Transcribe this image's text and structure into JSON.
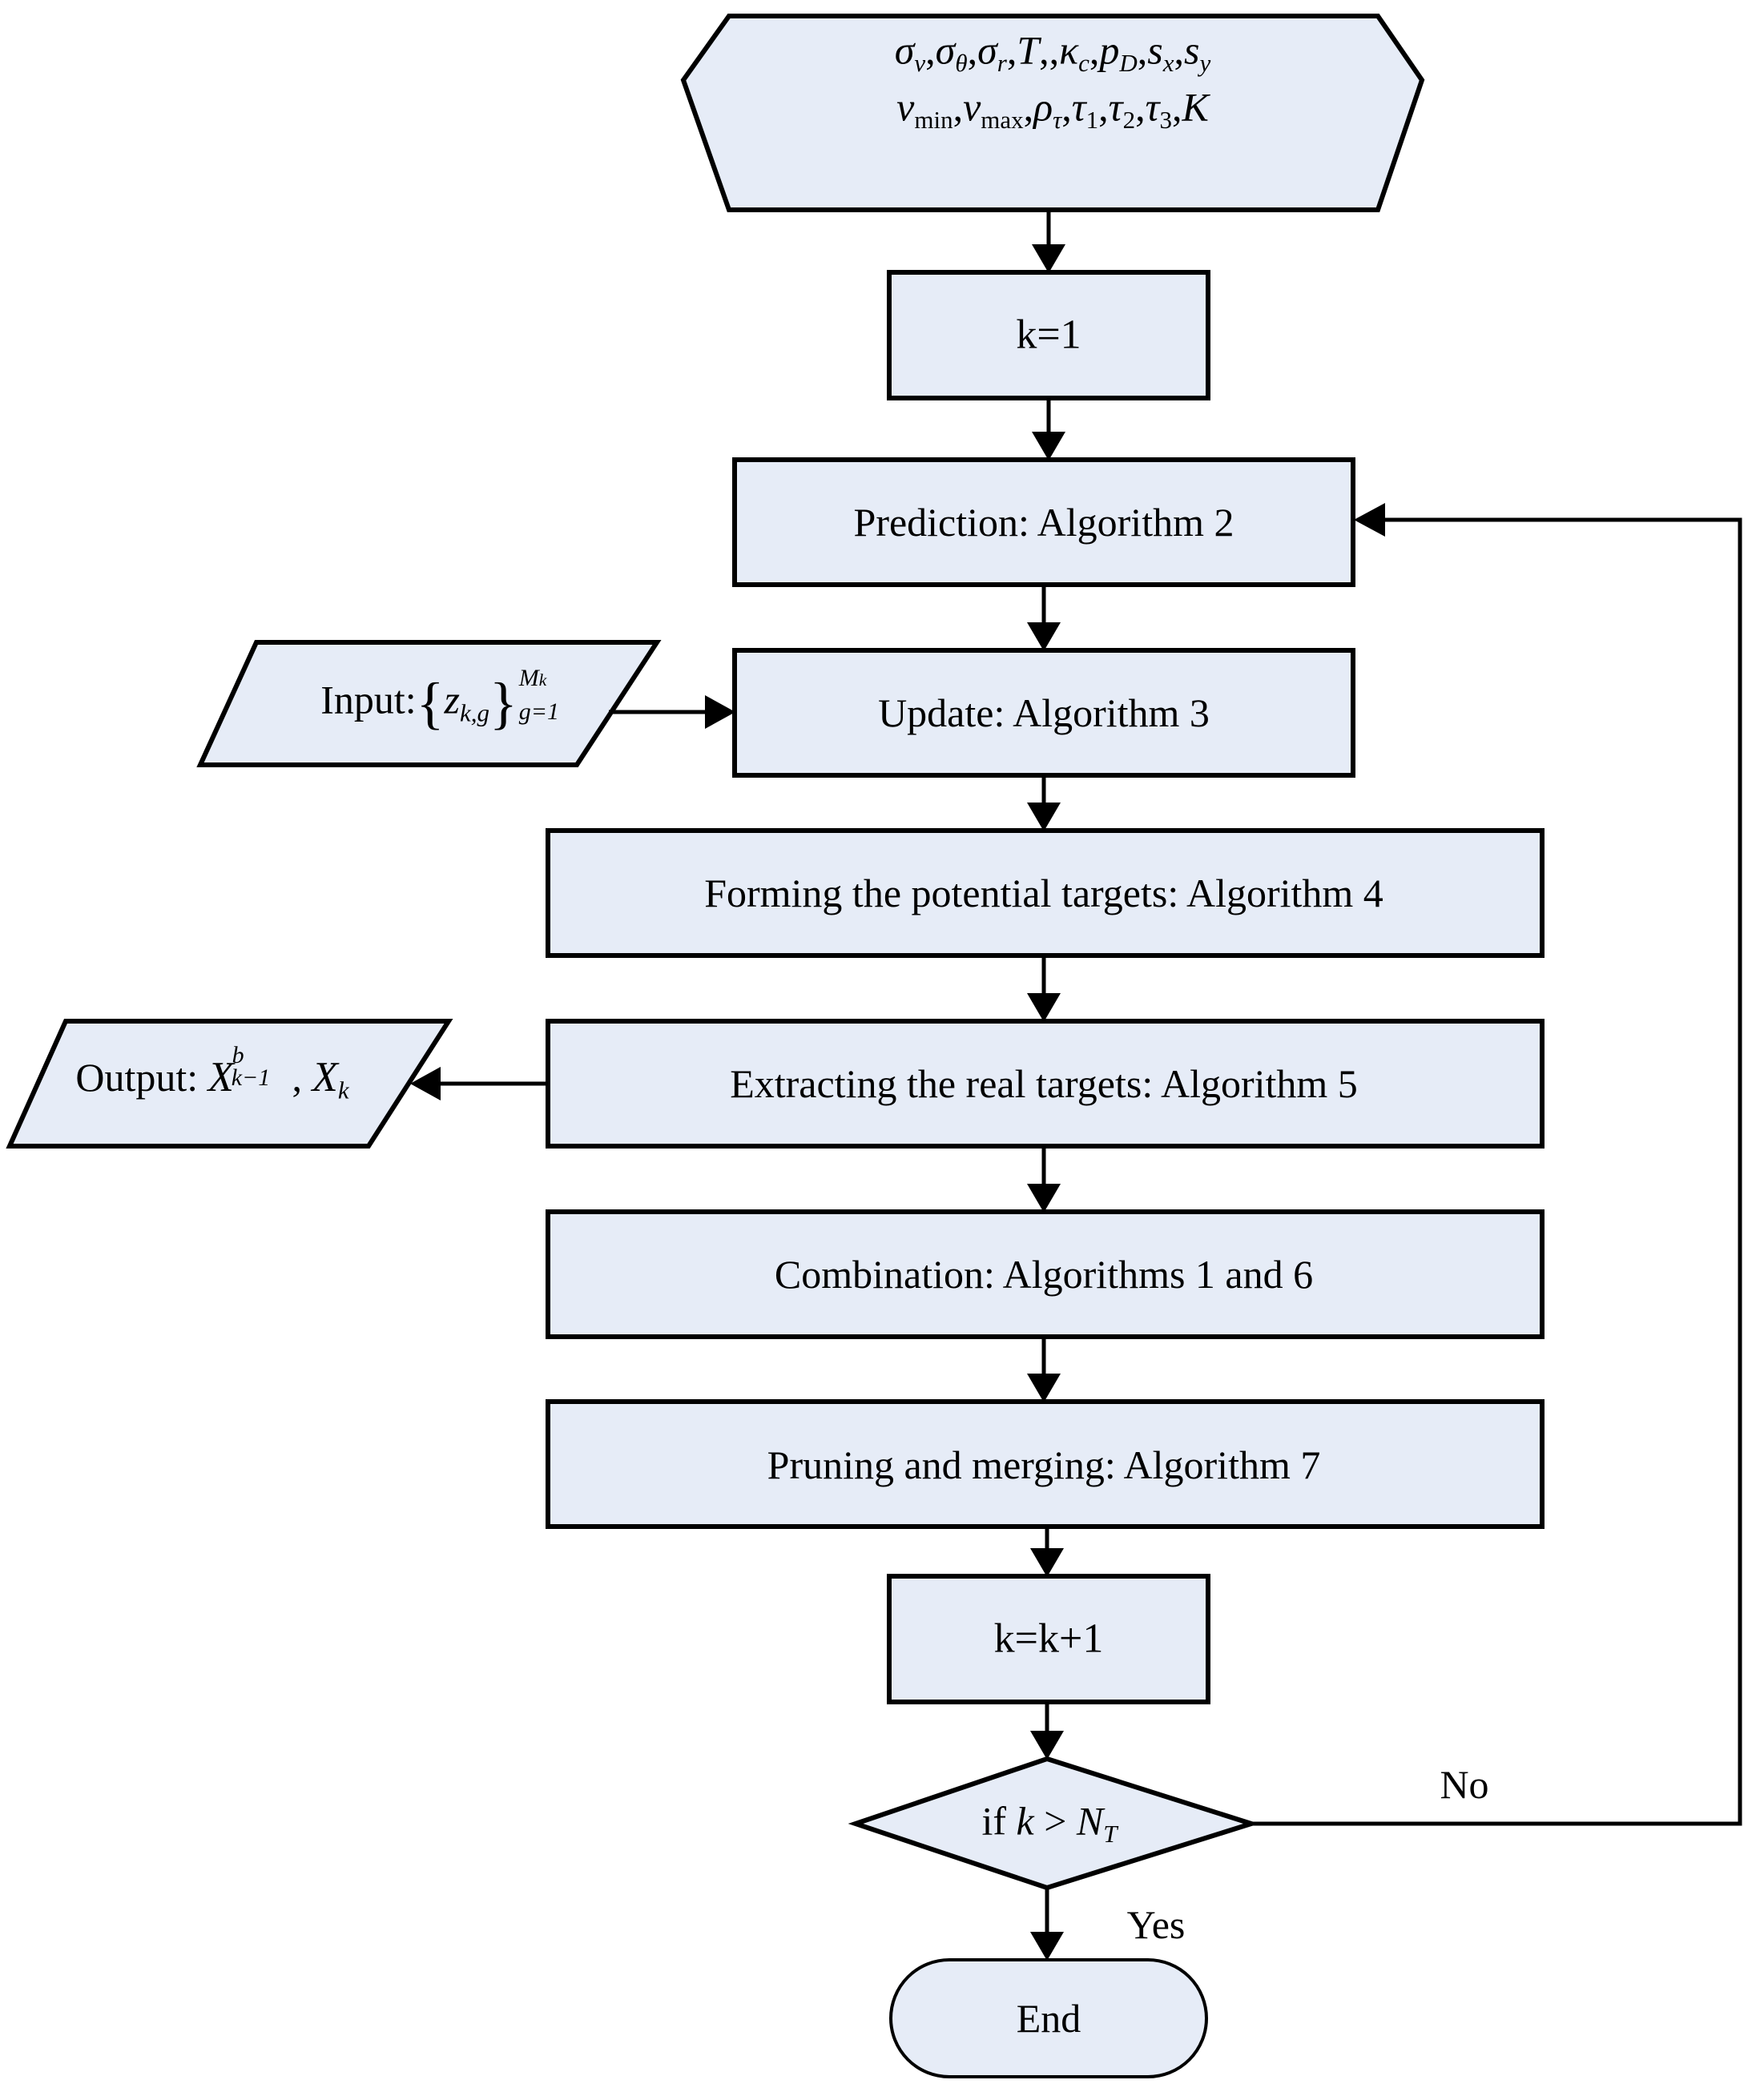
{
  "diagram": {
    "title": "Algorithm flowchart",
    "colors": {
      "shape_fill": "#e6ecf7",
      "shape_stroke": "#000000",
      "background": "#ffffff",
      "text": "#000000"
    },
    "nodes": {
      "parameters_hexagon": {
        "type": "hexagon",
        "line1": "σ_v , σ_θ , σ_r , T , , κ_c , p_D , s_x , s_y",
        "line2": "v_min , v_max , ρ_τ , τ_1 , τ_2 , τ_3 , K"
      },
      "init": {
        "type": "process",
        "label": "k=1"
      },
      "prediction": {
        "type": "process",
        "label": "Prediction: Algorithm 2"
      },
      "input": {
        "type": "data",
        "label": "Input:{z_{k,g}}^{M_k}_{g=1}"
      },
      "update": {
        "type": "process",
        "label": "Update: Algorithm 3"
      },
      "forming": {
        "type": "process",
        "label": "Forming the potential targets:  Algorithm 4"
      },
      "extracting": {
        "type": "process",
        "label": "Extracting the real targets:  Algorithm 5"
      },
      "output": {
        "type": "data",
        "label": "Output: X^b_{k-1} , X_k"
      },
      "combination": {
        "type": "process",
        "label": "Combination:  Algorithms 1 and 6"
      },
      "pruning": {
        "type": "process",
        "label": "Pruning and merging:  Algorithm 7"
      },
      "increment": {
        "type": "process",
        "label": "k=k+1"
      },
      "decision": {
        "type": "decision",
        "label": "if k > N_T"
      },
      "end": {
        "type": "terminator",
        "label": "End"
      }
    },
    "edge_labels": {
      "no": "No",
      "yes": "Yes"
    }
  }
}
